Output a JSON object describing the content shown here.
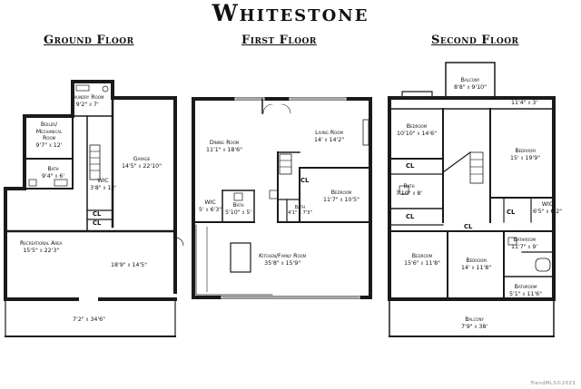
{
  "title": "Whitestone",
  "floors": {
    "ground": {
      "label": "Ground Floor",
      "rooms": {
        "laundry": {
          "name": "Laundry Room",
          "dim": "9'2\" x 7'"
        },
        "boiler": {
          "name": "Boiler/ Mechanical Room",
          "dim": "9'7\" x 12'"
        },
        "bath": {
          "name": "Bath",
          "dim": "9'4\" x 6'"
        },
        "wic": {
          "name": "WIC",
          "dim": "3'8\" x 12'"
        },
        "cl1": {
          "name": "CL"
        },
        "cl2": {
          "name": "CL"
        },
        "garage": {
          "name": "Garage",
          "dim": "14'5\" x 22'10\""
        },
        "recreational": {
          "name": "Recreational Area",
          "dim": "15'5\" x 22'3\""
        },
        "open_area": {
          "dim": "18'9\" x 14'5\""
        },
        "patio": {
          "dim": "7'2\" x 34'6\""
        }
      }
    },
    "first": {
      "label": "First Floor",
      "rooms": {
        "dining": {
          "name": "Dining Room",
          "dim": "11'1\" x 18'6\""
        },
        "living": {
          "name": "Living Room",
          "dim": "14' x 14'2\""
        },
        "cl": {
          "name": "CL"
        },
        "bedroom": {
          "name": "Bedroom",
          "dim": "11'7\" x 10'5\""
        },
        "wic": {
          "name": "WIC",
          "dim": "5' x 6'3\""
        },
        "bath1": {
          "name": "Bath",
          "dim": "5'10\" x 5'"
        },
        "bath2": {
          "name": "Bath",
          "dim": "4'1\" x 7'3\""
        },
        "kitchen": {
          "name": "Kitchen/Family Room",
          "dim": "35'8\" x 15'9\""
        }
      }
    },
    "second": {
      "label": "Second Floor",
      "rooms": {
        "balcony_top": {
          "name": "Balcony",
          "dim": "8'8\" x 9'10\""
        },
        "hall": {
          "dim": "11'4\" x 3'"
        },
        "bedroom1": {
          "name": "Bedroom",
          "dim": "10'10\" x 14'6\""
        },
        "cl1": {
          "name": "CL"
        },
        "bath": {
          "name": "Bath",
          "dim": "7'10\" x 8'"
        },
        "cl2": {
          "name": "CL"
        },
        "bedroom_master": {
          "name": "Bedroom",
          "dim": "15' x 19'9\""
        },
        "cl3": {
          "name": "CL"
        },
        "wic": {
          "name": "WIC",
          "dim": "6'5\" x 6'2\""
        },
        "cl4": {
          "name": "CL"
        },
        "bathroom1": {
          "name": "Bathroom",
          "dim": "11'7\" x 9'"
        },
        "bedroom2": {
          "name": "Bedroom",
          "dim": "15'6\" x 11'8\""
        },
        "bedroom3": {
          "name": "Bedroom",
          "dim": "14' x 11'8\""
        },
        "bathroom2": {
          "name": "Bathroom",
          "dim": "5'1\" x 11'6\""
        },
        "balcony_bottom": {
          "name": "Balcony",
          "dim": "7'9\" x 38'"
        }
      }
    }
  },
  "watermark": "TrendMLS©2023"
}
